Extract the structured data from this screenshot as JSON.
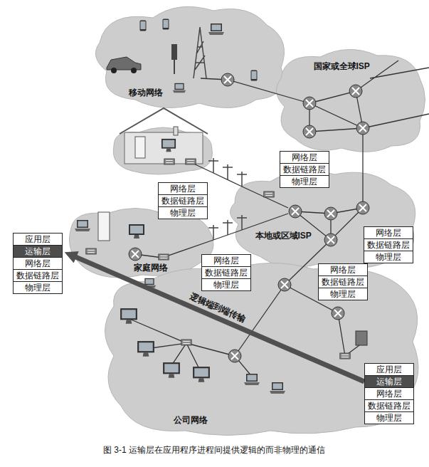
{
  "diagram": {
    "caption": "图 3-1 运输层在应用程序进程间提供逻辑的而非物理的通信",
    "nodes": [
      {
        "text": [
          "网络层"
        ]
      },
      {
        "text": [
          "数据链路层"
        ]
      },
      {
        "text": [
          "物理层"
        ]
      },
      {
        "text": [
          "网络层"
        ]
      },
      {
        "text": [
          "数据链路层"
        ]
      },
      {
        "text": [
          "物理层"
        ]
      },
      {
        "text": [
          "应用层"
        ]
      },
      {
        "text": [
          "运输层"
        ]
      },
      {
        "text": [
          "网络层"
        ]
      },
      {
        "text": [
          "数据链路层"
        ]
      },
      {
        "text": [
          "物理层"
        ]
      },
      {
        "text": [
          "网络层"
        ]
      },
      {
        "text": [
          "数据链路层"
        ]
      },
      {
        "text": [
          "物理层"
        ]
      },
      {
        "text": [
          "网络层"
        ]
      },
      {
        "text": [
          "数据链路层"
        ]
      },
      {
        "text": [
          "物理层"
        ]
      },
      {
        "text": [
          "网络层"
        ]
      },
      {
        "text": [
          "数据链路层"
        ]
      },
      {
        "text": [
          "物理层"
        ]
      },
      {
        "text": [
          "应用层"
        ]
      },
      {
        "text": [
          "运输层"
        ]
      },
      {
        "text": [
          "网络层"
        ]
      },
      {
        "text": [
          "数据链路层"
        ]
      },
      {
        "text": [
          "物理层"
        ]
      }
    ],
    "edges": [
      {
        "from": 21,
        "to": 7,
        "arrow": "to",
        "label": "逻辑端到端传输"
      }
    ],
    "labels": [
      "移动网络",
      "国家或全球ISP",
      "本地或区域ISP",
      "家庭网络",
      "公司网络"
    ]
  }
}
